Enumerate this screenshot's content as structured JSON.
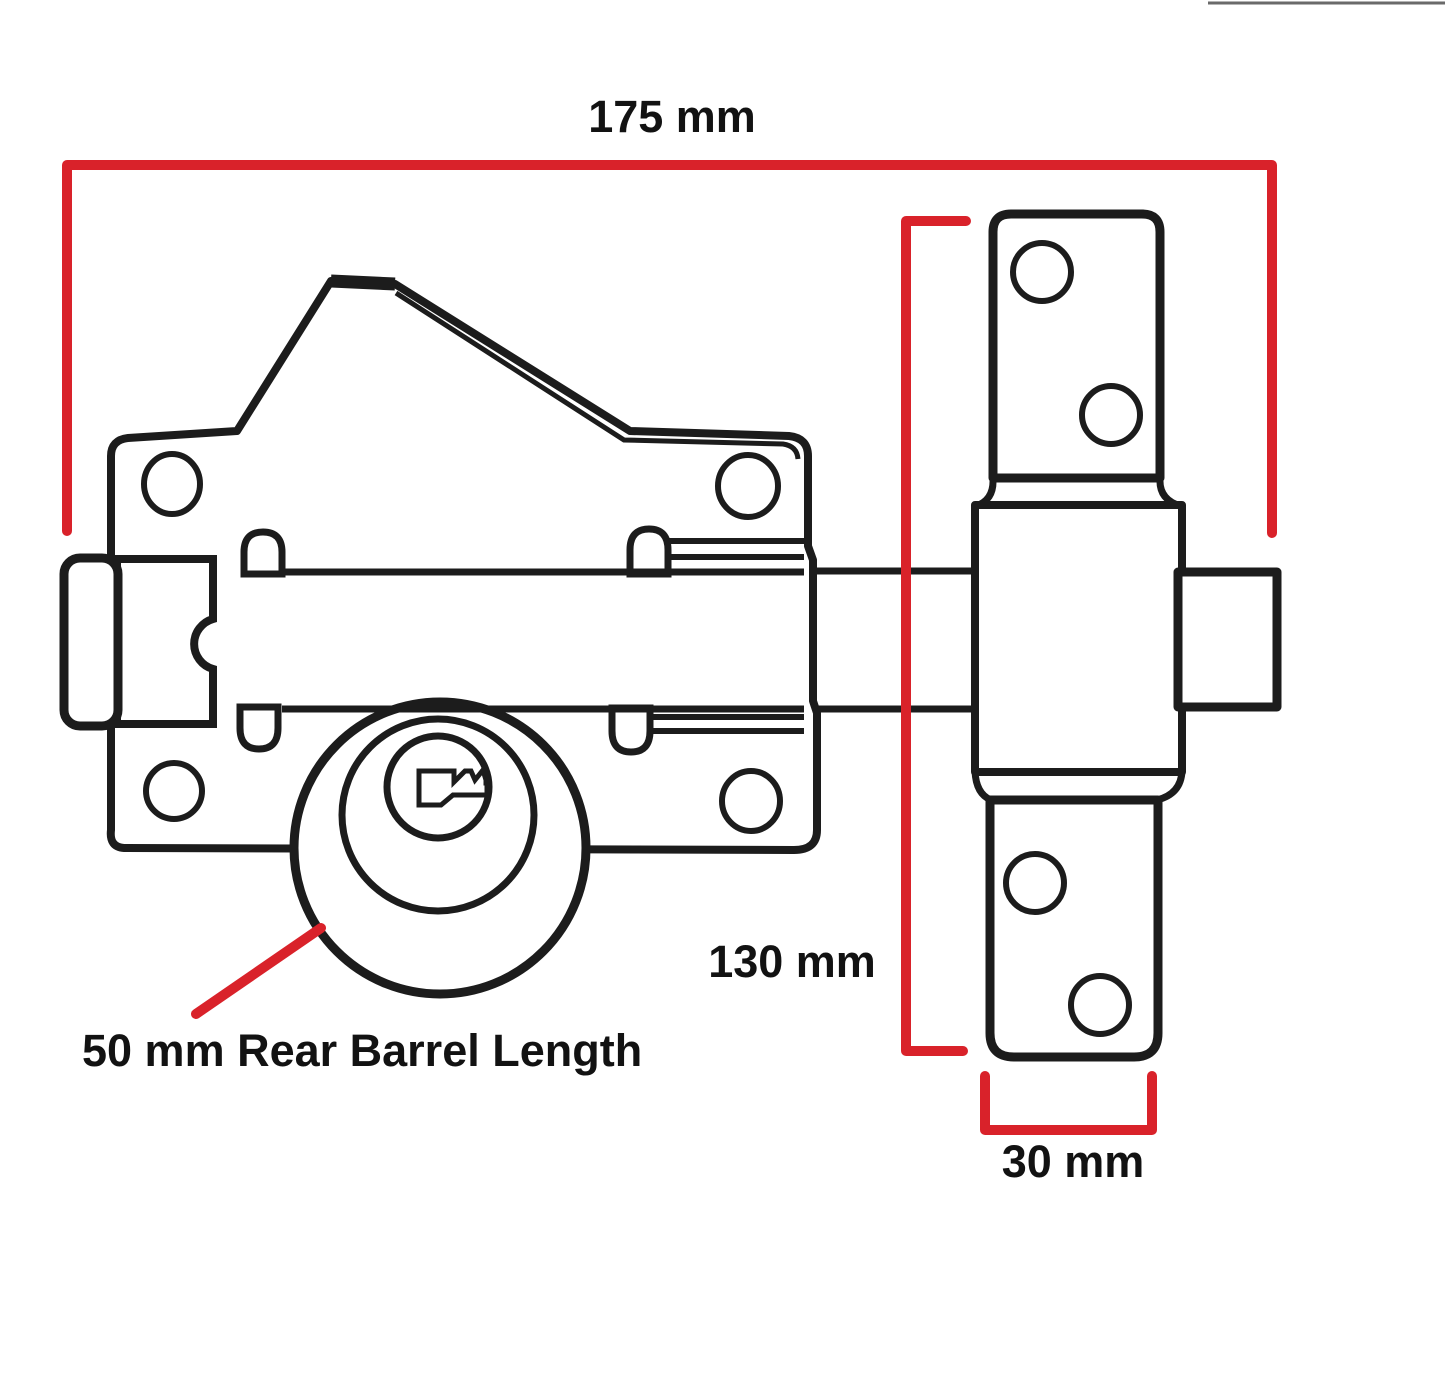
{
  "labels": {
    "overall_width": "175 mm",
    "height": "130 mm",
    "keep_width": "30 mm",
    "barrel_note": "50 mm Rear Barrel Length"
  },
  "colors": {
    "dimension-red": "#d9222a",
    "line-black": "#1c1c1c",
    "text-black": "#121212",
    "background": "#ffffff"
  }
}
